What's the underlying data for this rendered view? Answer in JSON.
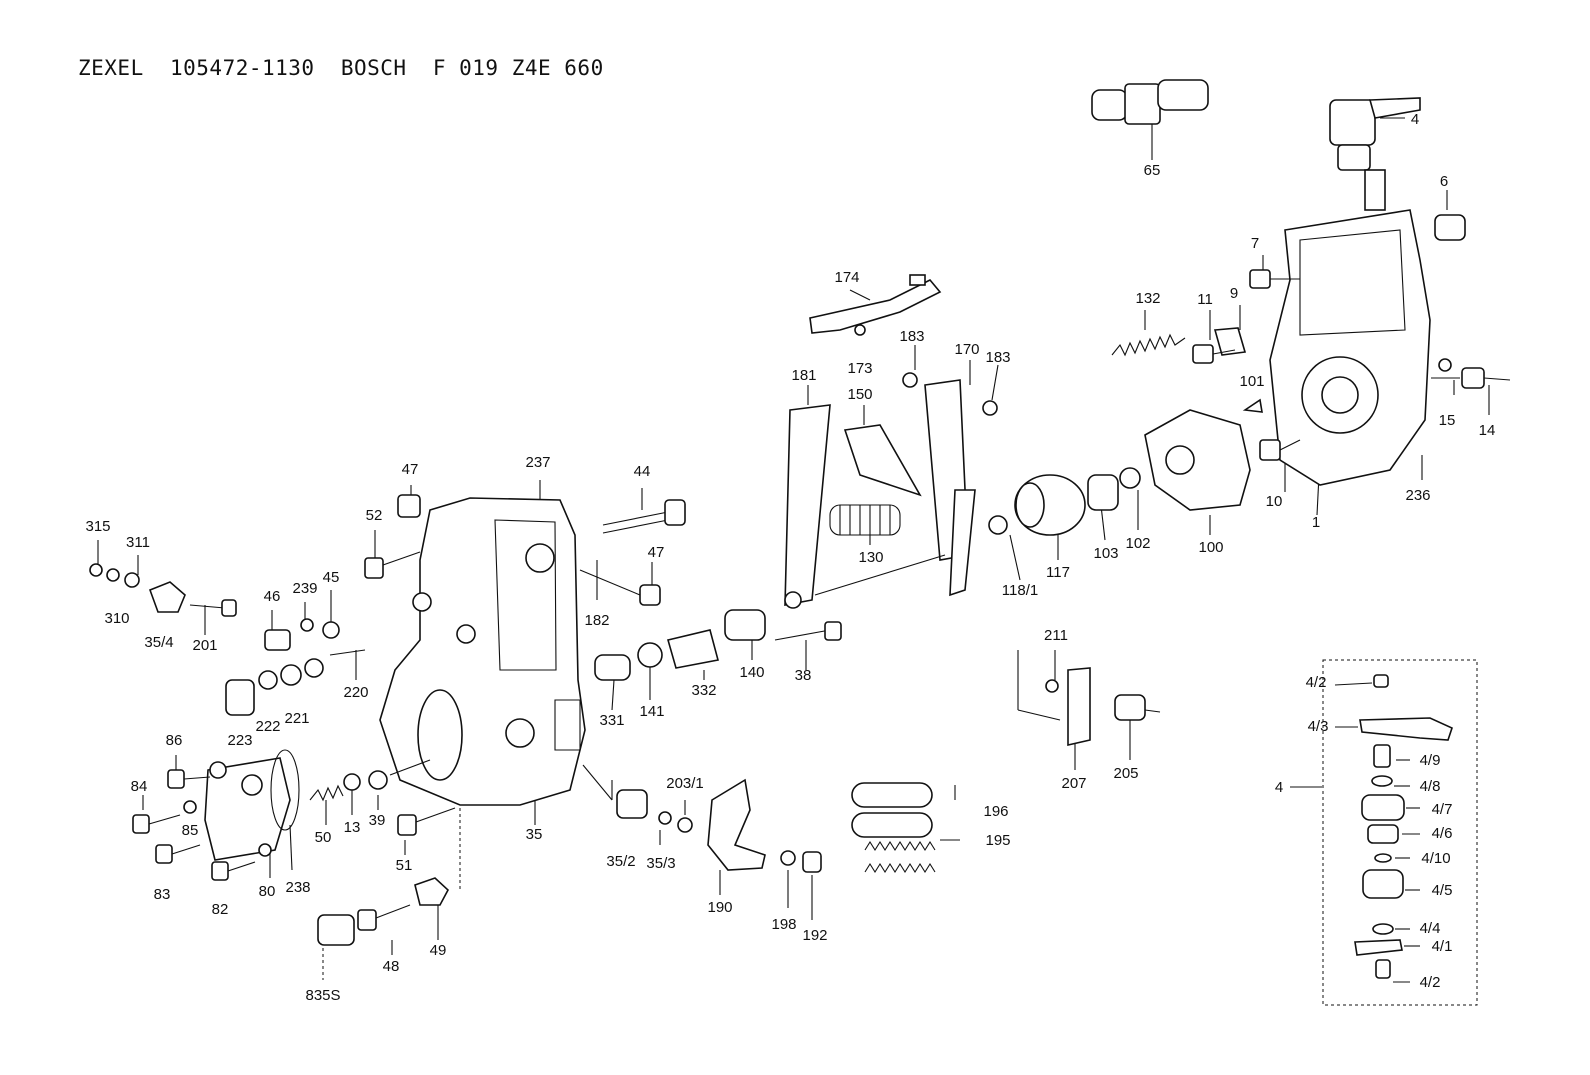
{
  "header": {
    "title": "ZEXEL  105472-1130  BOSCH  F 019 Z4E 660"
  },
  "callouts": [
    {
      "id": "65",
      "text": "65"
    },
    {
      "id": "4",
      "text": "4"
    },
    {
      "id": "6",
      "text": "6"
    },
    {
      "id": "7",
      "text": "7"
    },
    {
      "id": "9",
      "text": "9"
    },
    {
      "id": "11",
      "text": "11"
    },
    {
      "id": "132",
      "text": "132"
    },
    {
      "id": "174",
      "text": "174"
    },
    {
      "id": "173",
      "text": "173"
    },
    {
      "id": "183a",
      "text": "183"
    },
    {
      "id": "170",
      "text": "170"
    },
    {
      "id": "183b",
      "text": "183"
    },
    {
      "id": "181",
      "text": "181"
    },
    {
      "id": "150",
      "text": "150"
    },
    {
      "id": "101",
      "text": "101"
    },
    {
      "id": "15",
      "text": "15"
    },
    {
      "id": "14",
      "text": "14"
    },
    {
      "id": "10",
      "text": "10"
    },
    {
      "id": "1",
      "text": "1"
    },
    {
      "id": "236",
      "text": "236"
    },
    {
      "id": "100",
      "text": "100"
    },
    {
      "id": "102",
      "text": "102"
    },
    {
      "id": "103",
      "text": "103"
    },
    {
      "id": "117",
      "text": "117"
    },
    {
      "id": "118_1",
      "text": "118/1"
    },
    {
      "id": "130",
      "text": "130"
    },
    {
      "id": "237",
      "text": "237"
    },
    {
      "id": "47a",
      "text": "47"
    },
    {
      "id": "44",
      "text": "44"
    },
    {
      "id": "52",
      "text": "52"
    },
    {
      "id": "47b",
      "text": "47"
    },
    {
      "id": "182",
      "text": "182"
    },
    {
      "id": "315",
      "text": "315"
    },
    {
      "id": "311",
      "text": "311"
    },
    {
      "id": "310",
      "text": "310"
    },
    {
      "id": "35_4",
      "text": "35/4"
    },
    {
      "id": "201",
      "text": "201"
    },
    {
      "id": "46",
      "text": "46"
    },
    {
      "id": "239",
      "text": "239"
    },
    {
      "id": "45",
      "text": "45"
    },
    {
      "id": "220",
      "text": "220"
    },
    {
      "id": "223",
      "text": "223"
    },
    {
      "id": "222",
      "text": "222"
    },
    {
      "id": "221",
      "text": "221"
    },
    {
      "id": "331",
      "text": "331"
    },
    {
      "id": "141",
      "text": "141"
    },
    {
      "id": "332",
      "text": "332"
    },
    {
      "id": "140",
      "text": "140"
    },
    {
      "id": "38",
      "text": "38"
    },
    {
      "id": "211",
      "text": "211"
    },
    {
      "id": "207",
      "text": "207"
    },
    {
      "id": "205",
      "text": "205"
    },
    {
      "id": "86",
      "text": "86"
    },
    {
      "id": "84",
      "text": "84"
    },
    {
      "id": "85",
      "text": "85"
    },
    {
      "id": "83",
      "text": "83"
    },
    {
      "id": "82",
      "text": "82"
    },
    {
      "id": "80",
      "text": "80"
    },
    {
      "id": "238",
      "text": "238"
    },
    {
      "id": "50",
      "text": "50"
    },
    {
      "id": "13",
      "text": "13"
    },
    {
      "id": "39",
      "text": "39"
    },
    {
      "id": "35",
      "text": "35"
    },
    {
      "id": "51",
      "text": "51"
    },
    {
      "id": "35_2",
      "text": "35/2"
    },
    {
      "id": "203_1",
      "text": "203/1"
    },
    {
      "id": "35_3",
      "text": "35/3"
    },
    {
      "id": "190",
      "text": "190"
    },
    {
      "id": "198",
      "text": "198"
    },
    {
      "id": "192",
      "text": "192"
    },
    {
      "id": "196",
      "text": "196"
    },
    {
      "id": "195",
      "text": "195"
    },
    {
      "id": "48",
      "text": "48"
    },
    {
      "id": "49",
      "text": "49"
    },
    {
      "id": "835S",
      "text": "835S"
    }
  ],
  "inset": {
    "main": "4",
    "labels": [
      {
        "id": "i4_2a",
        "text": "4/2"
      },
      {
        "id": "i4_3",
        "text": "4/3"
      },
      {
        "id": "i4_9",
        "text": "4/9"
      },
      {
        "id": "i4_8",
        "text": "4/8"
      },
      {
        "id": "i4_7",
        "text": "4/7"
      },
      {
        "id": "i4_6",
        "text": "4/6"
      },
      {
        "id": "i4_10",
        "text": "4/10"
      },
      {
        "id": "i4_5",
        "text": "4/5"
      },
      {
        "id": "i4_4",
        "text": "4/4"
      },
      {
        "id": "i4_1",
        "text": "4/1"
      },
      {
        "id": "i4_2b",
        "text": "4/2"
      }
    ]
  }
}
